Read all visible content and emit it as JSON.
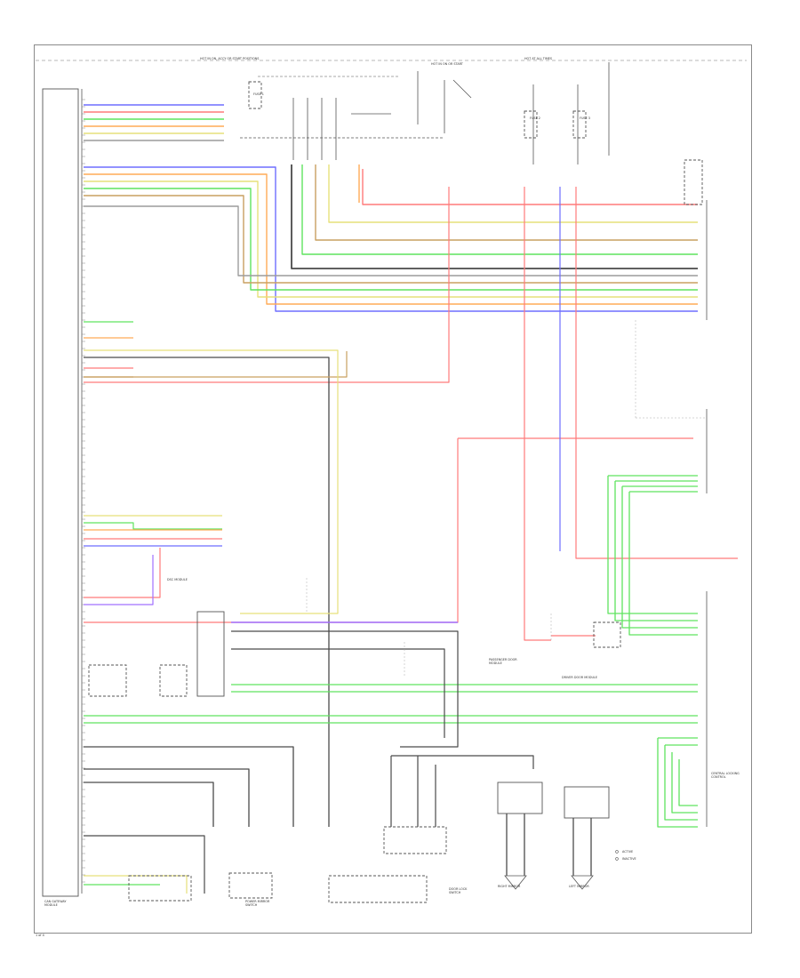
{
  "diagram": {
    "title_left": "HOT IN ON, ACCY OR START POSITIONS",
    "title_right": "HOT AT ALL TIMES",
    "title_mid": "HOT IN ON OR START",
    "module_main": "CAN GATEWAY MODULE",
    "module_dsc": "DSC MODULE",
    "central_locking": "CENTRAL LOCKING CONTROL",
    "left_mirror": "LEFT MIRROR",
    "right_mirror": "RIGHT MIRROR",
    "power_mirror_switch": "POWER MIRROR SWITCH",
    "driver_door_module": "DRIVER DOOR MODULE",
    "pass_door_module": "PASSENGER DOOR MODULE",
    "door_lock_switch": "DOOR LOCK SWITCH",
    "fuse_a": "FUSE 1",
    "fuse_b": "FUSE 2",
    "fuse_c": "FUSE 3",
    "legend_a": "ACTIVE",
    "legend_b": "INACTIVE",
    "footer": "1 of 4"
  },
  "colors": {
    "red": "#ff7a7a",
    "blue": "#6e6eff",
    "green": "#5fe35f",
    "yellow": "#e6e07a",
    "orange": "#ffab57",
    "brown": "#c9a060",
    "violet": "#a070ff",
    "gray": "#9c9c9c",
    "black": "#4a4a4a",
    "frame": "#8a8a8a"
  }
}
